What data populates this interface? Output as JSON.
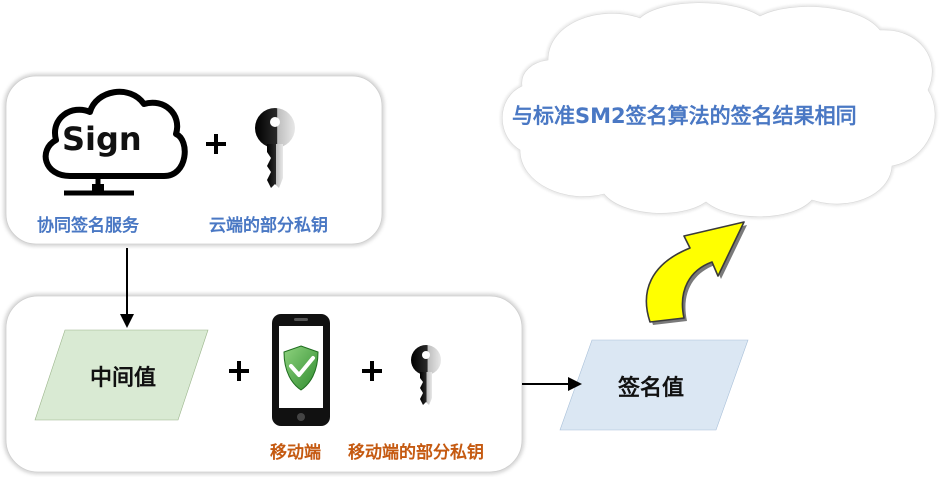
{
  "cloud_note": {
    "text": "与标准SM2签名算法的签名结果相同"
  },
  "server_group": {
    "sign_icon_text": "Sign",
    "service_label": "协同签名服务",
    "cloud_key_label": "云端的部分私钥",
    "plus": "+"
  },
  "mobile_group": {
    "intermediate_label": "中间值",
    "mobile_label": "移动端",
    "mobile_key_label": "移动端的部分私钥",
    "plus": "+"
  },
  "output": {
    "signature_label": "签名值"
  },
  "colors": {
    "blue_text": "#4a78c4",
    "orange_text": "#c55a11",
    "intermediate_fill": "#d9ead3",
    "signature_fill": "#dbe7f3",
    "arrow_yellow": "#ffff00",
    "shield_green": "#3aa335"
  }
}
